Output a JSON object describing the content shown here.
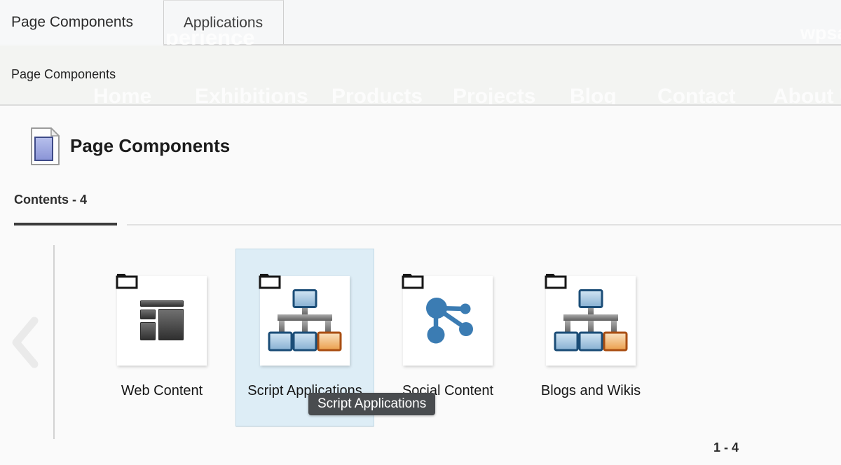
{
  "tabs": [
    {
      "label": "Page Components",
      "active": true
    },
    {
      "label": "Applications",
      "active": false
    }
  ],
  "background_page": {
    "brand_fragment": "perience",
    "username_fragment": "wpsa",
    "nav_items": [
      "Home",
      "Exhibitions",
      "Products",
      "Projects",
      "Blog",
      "Contact",
      "About Us"
    ]
  },
  "breadcrumb": {
    "label": "Page Components"
  },
  "page": {
    "title": "Page Components",
    "icon": "page-document-icon"
  },
  "content_tabs": [
    {
      "label": "Contents - 4",
      "active": true
    }
  ],
  "tiles": [
    {
      "label": "Web Content",
      "icon": "web-layout-icon",
      "selected": false
    },
    {
      "label": "Script Applications",
      "icon": "sitemap-icon",
      "selected": true
    },
    {
      "label": "Social Content",
      "icon": "social-network-icon",
      "selected": false
    },
    {
      "label": "Blogs and Wikis",
      "icon": "sitemap-icon",
      "selected": false
    }
  ],
  "tooltip": {
    "text": "Script Applications"
  },
  "pagination": {
    "range": "1 - 4"
  },
  "scroll": {
    "prev_icon": "chevron-left-icon"
  },
  "colors": {
    "selection_bg": "#ddedf6",
    "selection_border": "#c2d9e5",
    "tooltip_bg": "#494c4f",
    "tooltip_text": "#ffffff",
    "icon_blue": "#3b7cb3",
    "icon_orange": "#e8a050",
    "icon_dark_gray": "#3a3a3a",
    "doc_icon_fill": "#98a1dc",
    "tab_border": "#cfcfcf"
  }
}
